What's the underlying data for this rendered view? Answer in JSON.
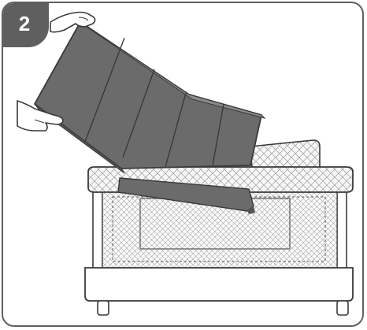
{
  "step": {
    "number": "2"
  },
  "colors": {
    "frame": "#5f5f5f",
    "mattress": "#6b6b6b",
    "mattress_edge": "#555555",
    "line": "#3a3a3a",
    "mesh_fill": "#f3f3f3"
  },
  "icons": [
    "hand-icon",
    "mattress-pad",
    "playard-crib"
  ]
}
